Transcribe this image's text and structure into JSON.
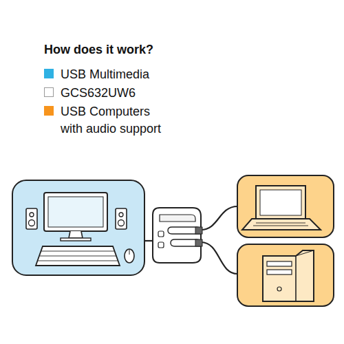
{
  "diagram": {
    "title": "How does it work?",
    "legend": [
      {
        "text": "USB Multimedia",
        "color": "#2fb1e3"
      },
      {
        "text": "GCS632UW6",
        "color": "#ffffff"
      },
      {
        "text": "USB Computers with audio support",
        "color": "#f7941d"
      }
    ]
  }
}
